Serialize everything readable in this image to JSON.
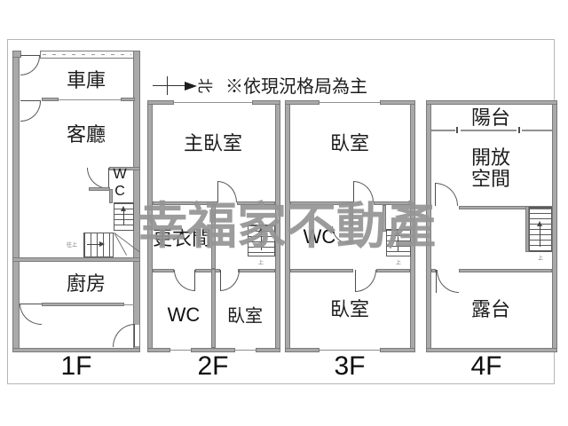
{
  "page": {
    "disclaimer": "※依現況格局為主",
    "compass_north": "北",
    "watermark": "幸福家不動產"
  },
  "floor_1f": {
    "label": "1F",
    "garage": "車庫",
    "living_room": "客廳",
    "wc_line1": "W",
    "wc_line2": "C",
    "kitchen": "廚房",
    "stair_note": "往上"
  },
  "floor_2f": {
    "label": "2F",
    "master_bedroom": "主臥室",
    "dressing_room": "更衣間",
    "wc": "WC",
    "bedroom": "臥室",
    "stair_note": "上"
  },
  "floor_3f": {
    "label": "3F",
    "bedroom_top": "臥室",
    "wc": "WC",
    "bedroom_bottom": "臥室",
    "stair_note": "上"
  },
  "floor_4f": {
    "label": "4F",
    "balcony": "陽台",
    "open_space_line1": "開放",
    "open_space_line2": "空間",
    "terrace": "露台",
    "stair_note": "上"
  },
  "colors": {
    "wall": "#a9a9a9",
    "wall_edge": "#7b7b7b",
    "line": "#4d4d4d",
    "watermark": "#949494",
    "text": "#1c1c1c"
  }
}
